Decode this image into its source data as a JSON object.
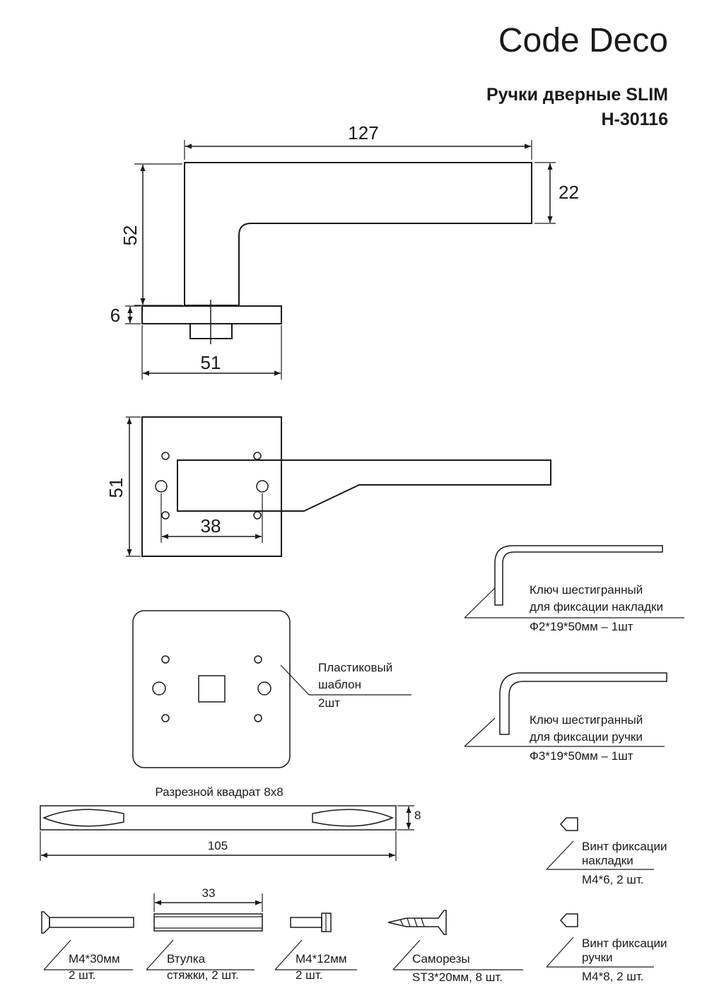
{
  "brand": "Code Deco",
  "title": {
    "line1": "Ручки дверные SLIM",
    "line2": "H-30116"
  },
  "side_view": {
    "dim_length": "127",
    "dim_height": "52",
    "dim_lever_thickness": "22",
    "dim_rose_thickness": "6",
    "dim_rose_width": "51"
  },
  "top_view": {
    "dim_side": "51",
    "dim_hole_spacing": "38"
  },
  "template": {
    "label": [
      "Пластиковый",
      "шаблон",
      "2шт"
    ]
  },
  "hex_key_small": {
    "label": [
      "Ключ шестигранный",
      "для фиксации накладки",
      "Ф2*19*50мм – 1шт"
    ]
  },
  "hex_key_large": {
    "label": [
      "Ключ шестигранный",
      "для фиксации ручки",
      "Ф3*19*50мм – 1шт"
    ]
  },
  "spindle": {
    "label": "Разрезной квадрат 8х8",
    "dim_length": "105",
    "dim_size": "8"
  },
  "set_screw_rose": {
    "label": [
      "Винт фиксации",
      "накладки",
      "М4*6, 2 шт."
    ]
  },
  "set_screw_handle": {
    "label": [
      "Винт фиксации",
      "ручки",
      "М4*8, 2 шт."
    ]
  },
  "parts": {
    "bolt30": {
      "label": [
        "М4*30мм",
        "2 шт."
      ]
    },
    "sleeve": {
      "label": [
        "Втулка",
        "стяжки, 2 шт."
      ],
      "dim_length": "33"
    },
    "bolt12": {
      "label": [
        "М4*12мм",
        "2 шт."
      ]
    },
    "woodscrew": {
      "label": [
        "Саморезы",
        "ST3*20мм, 8 шт."
      ]
    }
  }
}
